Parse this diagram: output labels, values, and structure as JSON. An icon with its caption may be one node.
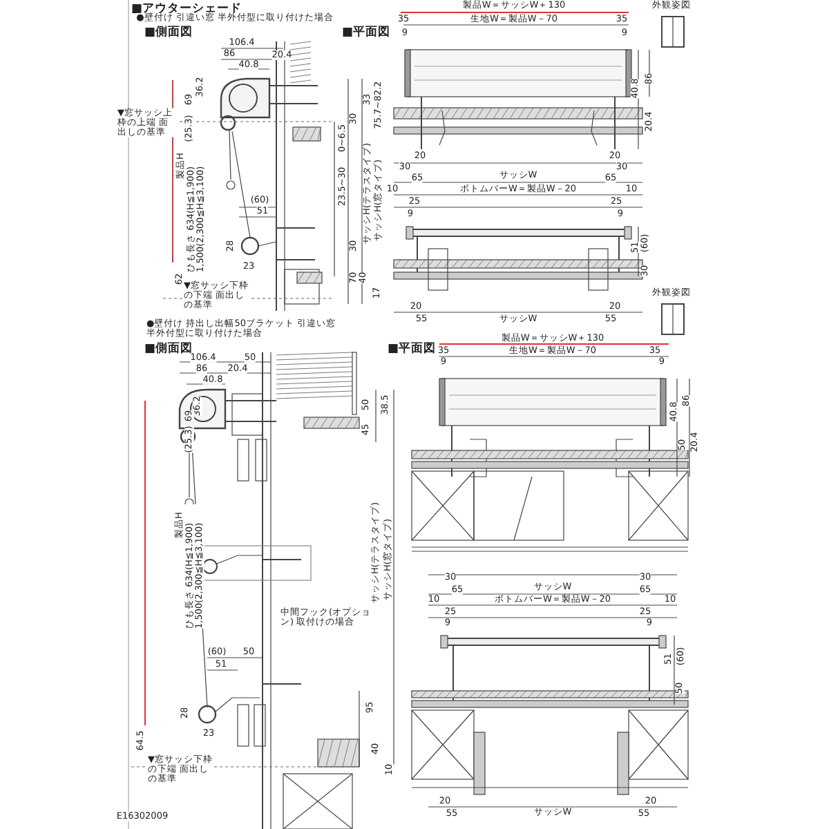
{
  "diagram": {
    "title": "■アウターシェード",
    "labels": [
      "●壁付け 引違い窓 半外付型に取り付けた場合",
      "■側面図",
      "■平面図",
      "製品W＝サッシW＋130",
      "35",
      "生地W＝製品W－70",
      "35",
      "9",
      "9",
      "外観姿図",
      "106.4",
      "86",
      "20.4",
      "40.8",
      "36.2",
      "69",
      "▼窓サッシ上枠の上端 面出しの基準",
      "(25.3)",
      "製品H",
      "ひも長さ 634(H≦1,900) 1,500(2,300≦H≦3,100)",
      "33",
      "75.7~82.2",
      "30",
      "0~6.5",
      "23.5~30",
      "サッシH(テラスタイプ)",
      "サッシH(窓タイプ)",
      "(60)",
      "51",
      "28",
      "23",
      "30",
      "62",
      "70",
      "40",
      "17",
      "▼窓サッシ下枠の下端 面出しの基準",
      "86",
      "40.8",
      "20.4",
      "20",
      "20",
      "30",
      "30",
      "65",
      "サッシW",
      "65",
      "10",
      "ボトムバーW＝製品W－20",
      "10",
      "25",
      "25",
      "9",
      "9",
      "51",
      "(60)",
      "30",
      "20",
      "20",
      "55",
      "サッシW",
      "55",
      "外観姿図",
      "●壁付け 持出し出幅50ブラケット 引違い窓半外付型に取り付けた場合",
      "■側面図",
      "106.4",
      "50",
      "86",
      "20.4",
      "40.8",
      "36.2",
      "69",
      "(25.3)",
      "50",
      "38.5",
      "45",
      "製品H",
      "ひも長さ 634(H≦1,900) 1,500(2,300≦H≦3,100)",
      "サッシH(テラスタイプ)",
      "サッシH(窓タイプ)",
      "中間フック(オプション) 取付けの場合",
      "(60)",
      "50",
      "51",
      "28",
      "23",
      "95",
      "40",
      "64.5",
      "10",
      "▼窓サッシ下枠の下端 面出しの基準",
      "E16302009",
      "■平面図",
      "製品W＝サッシW＋130",
      "35",
      "生地W＝製品W－70",
      "35",
      "9",
      "9",
      "86",
      "40.8",
      "50",
      "20.4",
      "30",
      "30",
      "65",
      "サッシW",
      "65",
      "10",
      "ボトムバーW＝製品W－20",
      "10",
      "25",
      "25",
      "9",
      "9",
      "51",
      "(60)",
      "50",
      "20",
      "20",
      "55",
      "サッシW",
      "55"
    ]
  }
}
